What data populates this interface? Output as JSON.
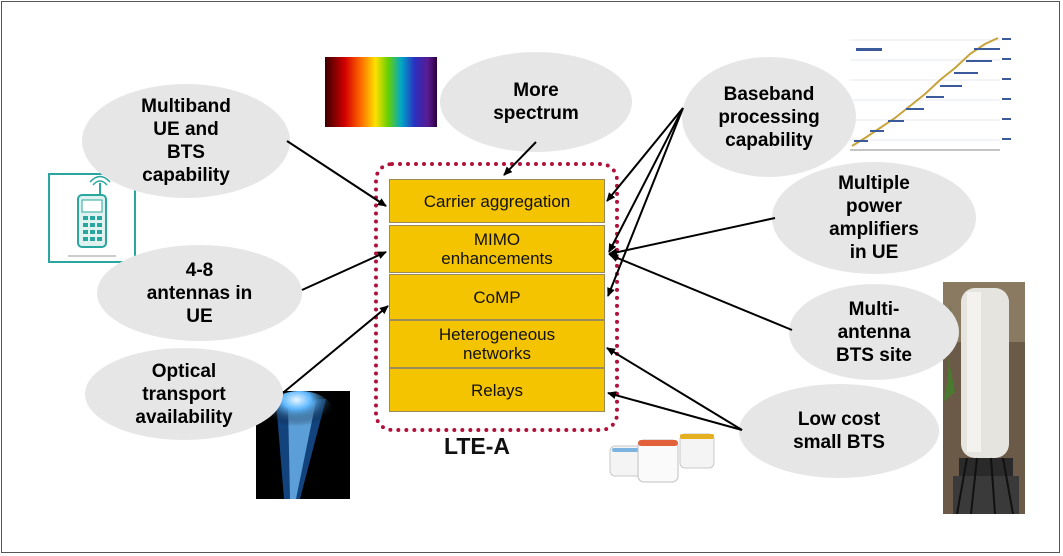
{
  "center": {
    "label": "LTE-A",
    "features": [
      "Carrier aggregation",
      "MIMO\nenhancements",
      "CoMP",
      "Heterogeneous\nnetworks",
      "Relays"
    ]
  },
  "drivers": {
    "multiband": "Multiband\nUE and\nBTS\ncapability",
    "spectrum": "More\nspectrum",
    "baseband": "Baseband\nprocessing\ncapability",
    "power_amps": "Multiple\npower\namplifiers\nin UE",
    "antennas_ue": "4-8\nantennas in\nUE",
    "multi_antenna_bts": "Multi-\nantenna\nBTS site",
    "optical": "Optical\ntransport\navailability",
    "small_bts": "Low cost\nsmall BTS"
  },
  "colors": {
    "feature_fill": "#f5c400",
    "border_dots": "#b0103a",
    "ellipse_fill": "#e6e6e6"
  }
}
